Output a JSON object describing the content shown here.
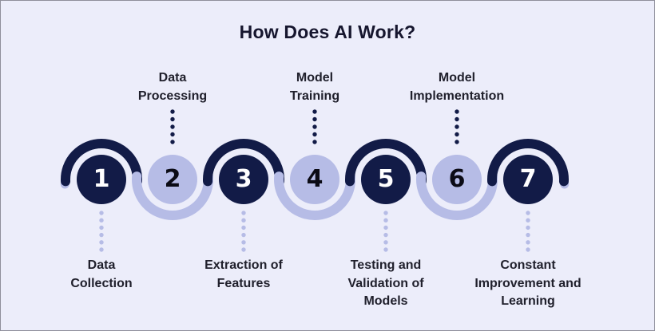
{
  "title": "How Does AI Work?",
  "colors": {
    "background": "#ecedfa",
    "border": "#8f8f9b",
    "dark_navy": "#121b47",
    "lavender": "#b6bce6",
    "title_text": "#16162e",
    "label_text": "#20202c",
    "number_on_dark": "#ffffff",
    "number_on_light": "#0b0b15"
  },
  "steps": [
    {
      "number": "1",
      "tone": "dark",
      "label": "Data\nCollection",
      "label_position": "bottom"
    },
    {
      "number": "2",
      "tone": "light",
      "label": "Data\nProcessing",
      "label_position": "top"
    },
    {
      "number": "3",
      "tone": "dark",
      "label": "Extraction of\nFeatures",
      "label_position": "bottom"
    },
    {
      "number": "4",
      "tone": "light",
      "label": "Model\nTraining",
      "label_position": "top"
    },
    {
      "number": "5",
      "tone": "dark",
      "label": "Testing and\nValidation of\nModels",
      "label_position": "bottom"
    },
    {
      "number": "6",
      "tone": "light",
      "label": "Model\nImplementation",
      "label_position": "top"
    },
    {
      "number": "7",
      "tone": "dark",
      "label": "Constant\nImprovement and\nLearning",
      "label_position": "bottom"
    }
  ]
}
